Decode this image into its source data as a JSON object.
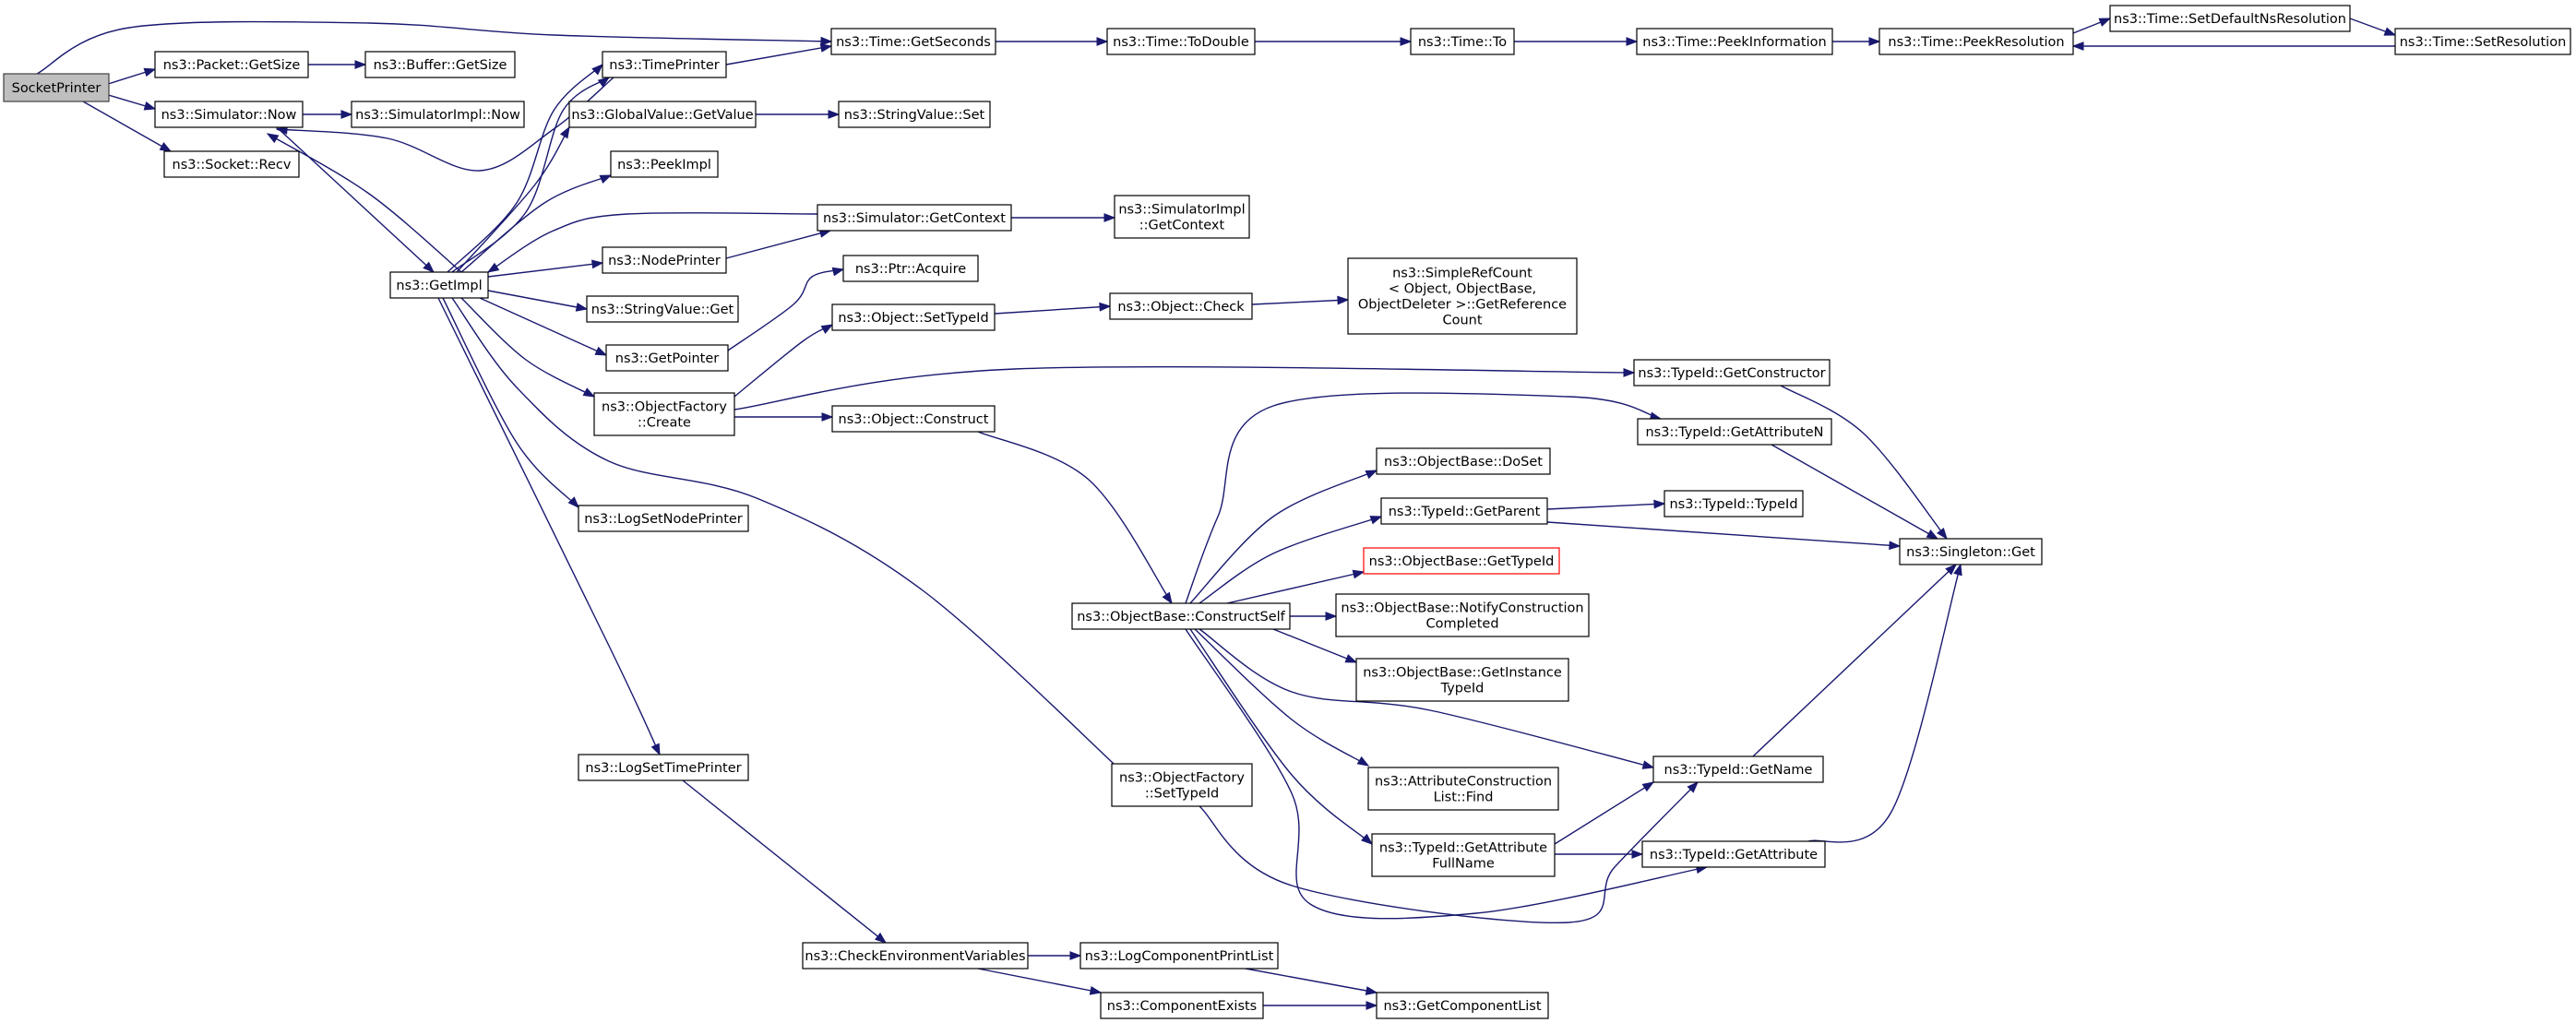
{
  "graph": {
    "title": "",
    "edge_color": "#191970",
    "root_fill": "#bfbfbf",
    "highlight_border": "#ff0000",
    "nodes": [
      {
        "id": "socketprinter",
        "label": [
          "SocketPrinter"
        ],
        "style": "root"
      },
      {
        "id": "packet_getsize",
        "label": [
          "ns3::Packet::GetSize"
        ]
      },
      {
        "id": "buffer_getsize",
        "label": [
          "ns3::Buffer::GetSize"
        ]
      },
      {
        "id": "simulator_now",
        "label": [
          "ns3::Simulator::Now"
        ]
      },
      {
        "id": "simimpl_now",
        "label": [
          "ns3::SimulatorImpl::Now"
        ]
      },
      {
        "id": "socket_recv",
        "label": [
          "ns3::Socket::Recv"
        ]
      },
      {
        "id": "getimpl",
        "label": [
          "ns3::GetImpl"
        ]
      },
      {
        "id": "timeprinter",
        "label": [
          "ns3::TimePrinter"
        ]
      },
      {
        "id": "gv_getvalue",
        "label": [
          "ns3::GlobalValue::GetValue"
        ]
      },
      {
        "id": "sv_set",
        "label": [
          "ns3::StringValue::Set"
        ]
      },
      {
        "id": "peekimpl",
        "label": [
          "ns3::PeekImpl"
        ]
      },
      {
        "id": "sim_getcontext",
        "label": [
          "ns3::Simulator::GetContext"
        ]
      },
      {
        "id": "simimpl_getcontext",
        "label": [
          "ns3::SimulatorImpl",
          "::GetContext"
        ]
      },
      {
        "id": "nodeprinter",
        "label": [
          "ns3::NodePrinter"
        ]
      },
      {
        "id": "sv_get",
        "label": [
          "ns3::StringValue::Get"
        ]
      },
      {
        "id": "getpointer",
        "label": [
          "ns3::GetPointer"
        ]
      },
      {
        "id": "ptr_acquire",
        "label": [
          "ns3::Ptr::Acquire"
        ]
      },
      {
        "id": "obj_settypeid",
        "label": [
          "ns3::Object::SetTypeId"
        ]
      },
      {
        "id": "obj_check",
        "label": [
          "ns3::Object::Check"
        ]
      },
      {
        "id": "simplerefcount",
        "label": [
          "ns3::SimpleRefCount",
          "< Object, ObjectBase,",
          " ObjectDeleter >::GetReference",
          "Count"
        ]
      },
      {
        "id": "of_create",
        "label": [
          "ns3::ObjectFactory",
          "::Create"
        ]
      },
      {
        "id": "obj_construct",
        "label": [
          "ns3::Object::Construct"
        ]
      },
      {
        "id": "tid_getconstructor",
        "label": [
          "ns3::TypeId::GetConstructor"
        ]
      },
      {
        "id": "tid_getattributen",
        "label": [
          "ns3::TypeId::GetAttributeN"
        ]
      },
      {
        "id": "ob_doset",
        "label": [
          "ns3::ObjectBase::DoSet"
        ]
      },
      {
        "id": "tid_getparent",
        "label": [
          "ns3::TypeId::GetParent"
        ]
      },
      {
        "id": "tid_typeid",
        "label": [
          "ns3::TypeId::TypeId"
        ]
      },
      {
        "id": "singleton_get",
        "label": [
          "ns3::Singleton::Get"
        ]
      },
      {
        "id": "ob_gettypeid",
        "label": [
          "ns3::ObjectBase::GetTypeId"
        ],
        "style": "red"
      },
      {
        "id": "ob_constructself",
        "label": [
          "ns3::ObjectBase::ConstructSelf"
        ]
      },
      {
        "id": "ob_notify",
        "label": [
          "ns3::ObjectBase::NotifyConstruction",
          "Completed"
        ]
      },
      {
        "id": "ob_getinstance",
        "label": [
          "ns3::ObjectBase::GetInstance",
          "TypeId"
        ]
      },
      {
        "id": "logsetnodeprinter",
        "label": [
          "ns3::LogSetNodePrinter"
        ]
      },
      {
        "id": "logsettimeprinter",
        "label": [
          "ns3::LogSetTimePrinter"
        ]
      },
      {
        "id": "of_settypeid",
        "label": [
          "ns3::ObjectFactory",
          "::SetTypeId"
        ]
      },
      {
        "id": "tid_getname",
        "label": [
          "ns3::TypeId::GetName"
        ]
      },
      {
        "id": "acl_find",
        "label": [
          "ns3::AttributeConstruction",
          "List::Find"
        ]
      },
      {
        "id": "tid_getattrfullname",
        "label": [
          "ns3::TypeId::GetAttribute",
          "FullName"
        ]
      },
      {
        "id": "tid_getattribute",
        "label": [
          "ns3::TypeId::GetAttribute"
        ]
      },
      {
        "id": "checkenv",
        "label": [
          "ns3::CheckEnvironmentVariables"
        ]
      },
      {
        "id": "logcompprintlist",
        "label": [
          "ns3::LogComponentPrintList"
        ]
      },
      {
        "id": "compexists",
        "label": [
          "ns3::ComponentExists"
        ]
      },
      {
        "id": "getcomplist",
        "label": [
          "ns3::GetComponentList"
        ]
      },
      {
        "id": "time_getseconds",
        "label": [
          "ns3::Time::GetSeconds"
        ]
      },
      {
        "id": "time_todouble",
        "label": [
          "ns3::Time::ToDouble"
        ]
      },
      {
        "id": "time_to",
        "label": [
          "ns3::Time::To"
        ]
      },
      {
        "id": "time_peekinfo",
        "label": [
          "ns3::Time::PeekInformation"
        ]
      },
      {
        "id": "time_peekres",
        "label": [
          "ns3::Time::PeekResolution"
        ]
      },
      {
        "id": "time_setdefaultns",
        "label": [
          "ns3::Time::SetDefaultNsResolution"
        ]
      },
      {
        "id": "time_setres",
        "label": [
          "ns3::Time::SetResolution"
        ]
      }
    ]
  }
}
